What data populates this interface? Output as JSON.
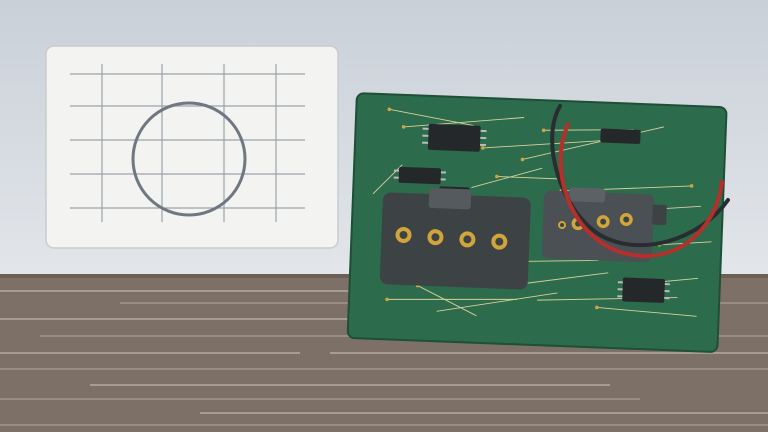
{
  "scene": {
    "description_free": true,
    "colors": {
      "wall_top": "#c9d0d8",
      "wall_bottom": "#e3e6ea",
      "table": "#7d7066",
      "table_stripe": "#a79c93",
      "card": "#f3f3f1",
      "card_border": "#c8ccd0",
      "grid_line": "#9aa3ab",
      "circle": "#6f7780",
      "pcb": "#2c6b4c",
      "pcb_dark": "#1e4f37",
      "module": "#3d4245",
      "module_light": "#545a5e",
      "pin_gold": "#d1a53a",
      "trace": "#d9cf9a",
      "chip": "#25282a",
      "wire_red": "#b3302b",
      "wire_black": "#2a2d30"
    },
    "objects": [
      {
        "name": "whiteboard-card",
        "icon": "grid-card-icon"
      },
      {
        "name": "circuit-board",
        "icon": "pcb-icon"
      },
      {
        "name": "four-pin-connector-module",
        "icon": "connector-icon"
      },
      {
        "name": "three-pin-connector-module",
        "icon": "connector-icon"
      },
      {
        "name": "ic-chip",
        "icon": "chip-icon"
      },
      {
        "name": "red-wire",
        "icon": "wire-icon"
      },
      {
        "name": "black-wire",
        "icon": "wire-icon"
      }
    ]
  }
}
